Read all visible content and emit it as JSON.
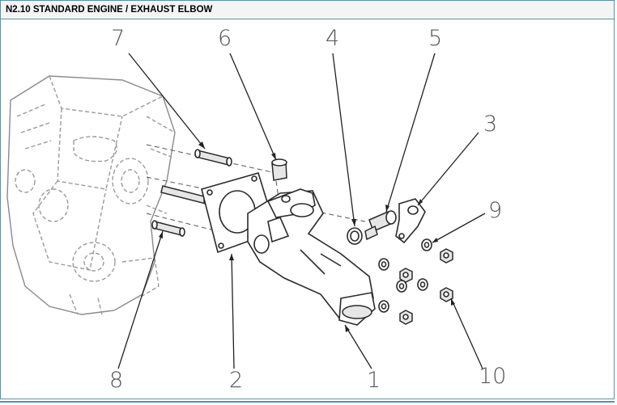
{
  "title": "N2.10 STANDARD ENGINE / EXHAUST ELBOW",
  "callouts": [
    "7",
    "6",
    "4",
    "5",
    "3",
    "9",
    "8",
    "2",
    "1",
    "10"
  ],
  "colors": {
    "frame": "#4f95ad",
    "title_bg": "#f4f4f4",
    "ink": "#2a2a2a"
  }
}
